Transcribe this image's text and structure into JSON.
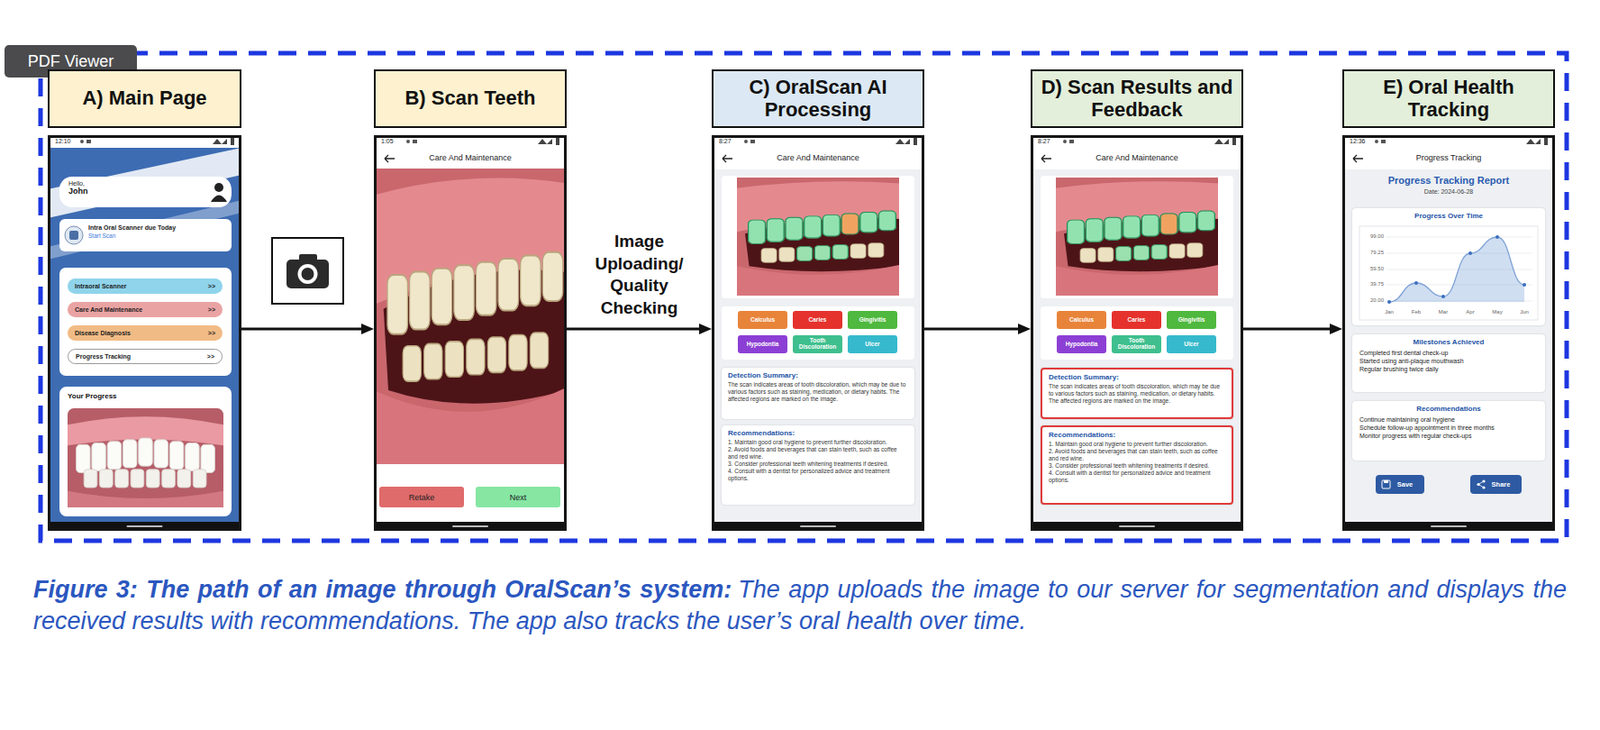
{
  "diagram": {
    "title": "Figure 3: The path of an image through OralScan’s system:",
    "caption": "The app uploads the image to our server for segmentation and displays the received results with recommendations. The app also tracks the user’s oral health over time.",
    "nodes": [
      {
        "text": [
          "PDF Viewer"
        ]
      },
      {
        "text": [
          "A) Main Page"
        ]
      },
      {
        "text": [
          "12:10"
        ]
      },
      {
        "text": [
          "Hello,",
          "John"
        ],
        "in": 2
      },
      {
        "text": [
          "Intra Oral Scanner due Today",
          "Start Scan"
        ],
        "in": 2
      },
      {
        "text": [
          "Intraoral Scanner",
          ">>"
        ],
        "in": 2
      },
      {
        "text": [
          "Care And Maintenance",
          ">>"
        ],
        "in": 2
      },
      {
        "text": [
          "Disease Diagnosis",
          ">>"
        ],
        "in": 2
      },
      {
        "text": [
          "Progress Tracking",
          ">>"
        ],
        "in": 2
      },
      {
        "text": [
          "Your Progress"
        ],
        "in": 2
      },
      {
        "text": [
          "B) Scan Teeth"
        ]
      },
      {
        "text": [
          "1:05",
          "Care And Maintenance"
        ]
      },
      {
        "text": [
          "Retake"
        ],
        "in": 11
      },
      {
        "text": [
          "Next"
        ],
        "in": 11
      },
      {
        "text": [
          "C) OralScan AI Processing"
        ]
      },
      {
        "text": [
          "8:27",
          "Care And Maintenance"
        ]
      },
      {
        "text": [
          "Calculus"
        ],
        "in": 15
      },
      {
        "text": [
          "Caries"
        ],
        "in": 15
      },
      {
        "text": [
          "Gingivitis"
        ],
        "in": 15
      },
      {
        "text": [
          "Hypodontia"
        ],
        "in": 15
      },
      {
        "text": [
          "Tooth Discoloration"
        ],
        "in": 15
      },
      {
        "text": [
          "Ulcer"
        ],
        "in": 15
      },
      {
        "text": [
          "Detection Summary:",
          "The scan indicates areas of tooth discoloration, which may be due to various factors such as staining, medication, or dietary habits. The affected regions are marked on the image."
        ],
        "in": 15
      },
      {
        "text": [
          "Recommendations:",
          "1. Maintain good oral hygiene to prevent further discoloration.",
          "2. Avoid foods and beverages that can stain teeth, such as coffee and red wine.",
          "3. Consider professional teeth whitening treatments if desired.",
          "4. Consult with a dentist for personalized advice and treatment options."
        ],
        "in": 15
      },
      {
        "text": [
          "D) Scan Results and Feedback"
        ]
      },
      {
        "text": [
          "8:27",
          "Care And Maintenance"
        ]
      },
      {
        "text": [
          "Calculus"
        ],
        "in": 25
      },
      {
        "text": [
          "Caries"
        ],
        "in": 25
      },
      {
        "text": [
          "Gingivitis"
        ],
        "in": 25
      },
      {
        "text": [
          "Hypodontia"
        ],
        "in": 25
      },
      {
        "text": [
          "Tooth Discoloration"
        ],
        "in": 25
      },
      {
        "text": [
          "Ulcer"
        ],
        "in": 25
      },
      {
        "text": [
          "Detection Summary:",
          "The scan indicates areas of tooth discoloration, which may be due to various factors such as staining, medication, or dietary habits. The affected regions are marked on the image."
        ],
        "in": 25
      },
      {
        "text": [
          "Recommendations:",
          "1. Maintain good oral hygiene to prevent further discoloration.",
          "2. Avoid foods and beverages that can stain teeth, such as coffee and red wine.",
          "3. Consider professional teeth whitening treatments if desired.",
          "4. Consult with a dentist for personalized advice and treatment options."
        ],
        "in": 25
      },
      {
        "text": [
          "E) Oral Health Tracking"
        ]
      },
      {
        "text": [
          "12:36",
          "Progress Tracking",
          "Progress Tracking Report",
          "Date: 2024-06-28"
        ]
      },
      {
        "text": [
          "Progress Over Time"
        ],
        "in": 35
      },
      {
        "text": [
          "Milestones Achieved",
          "Completed first dental check-up",
          "Started using anti-plaque mouthwash",
          "Regular brushing twice daily"
        ],
        "in": 35
      },
      {
        "text": [
          "Recommendations",
          "Continue maintaining oral hygiene",
          "Schedule follow-up appointment in three months",
          "Monitor progress with regular check-ups"
        ],
        "in": 35
      },
      {
        "text": [
          "Save"
        ],
        "in": 35
      },
      {
        "text": [
          "Share"
        ],
        "in": 35
      }
    ],
    "edges": [
      {
        "from": 2,
        "to": 11,
        "arrow": "to"
      },
      {
        "from": 11,
        "to": 15,
        "label": "Image Uploading/ Quality Checking",
        "arrow": "to"
      },
      {
        "from": 15,
        "to": 25,
        "arrow": "to"
      },
      {
        "from": 25,
        "to": 35,
        "arrow": "to"
      }
    ],
    "labels": [
      "99.00",
      "79.25",
      "59.50",
      "39.75",
      "20.00",
      "Jan",
      "Feb",
      "Mar",
      "Apr",
      "May",
      "Jun"
    ]
  }
}
